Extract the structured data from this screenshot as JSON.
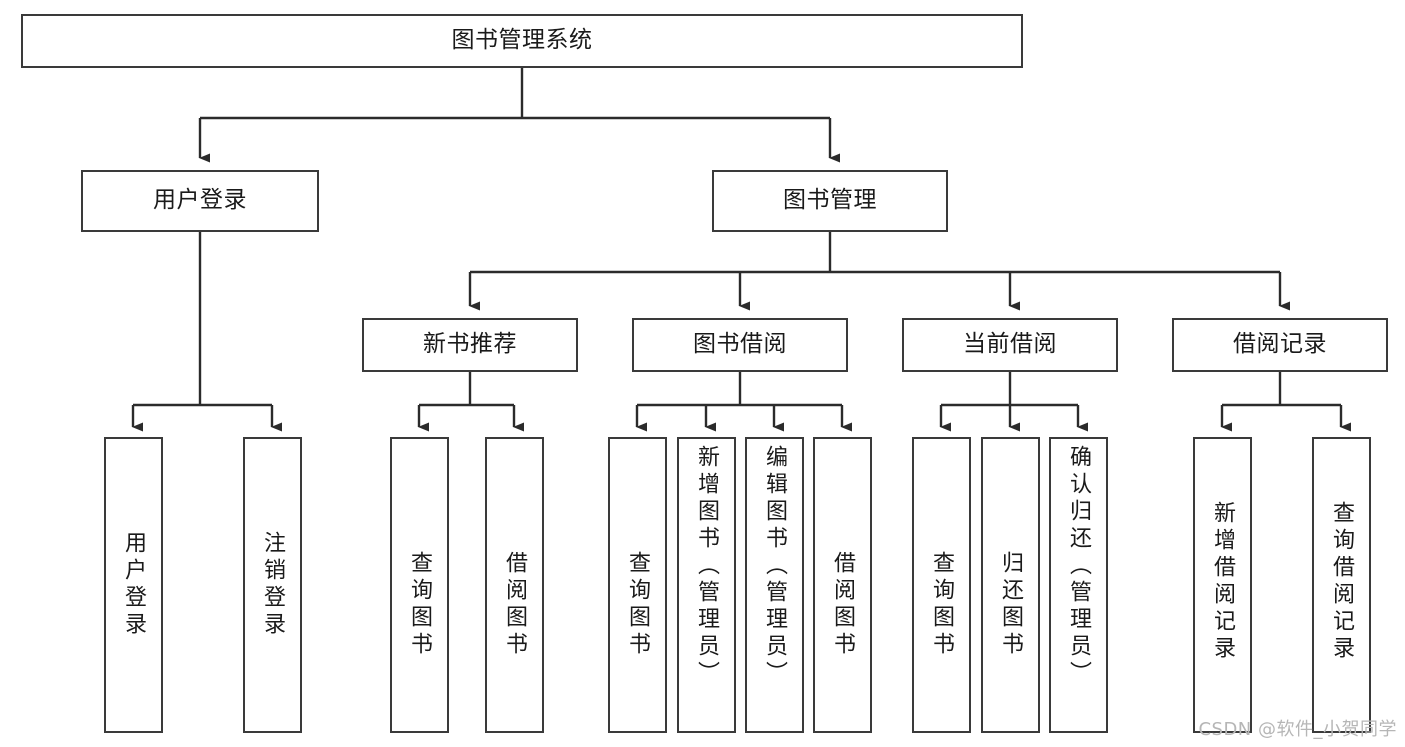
{
  "diagram": {
    "type": "tree-hierarchy",
    "title": "图书管理系统",
    "orientation": "top-down",
    "colors": {
      "box_border": "#3a3a3a",
      "box_fill": "#ffffff",
      "connector": "#2b2b2b",
      "text": "#1a1a1a",
      "watermark": "#b6b6b6"
    },
    "root": {
      "label": "图书管理系统"
    },
    "level1": [
      {
        "label": "用户登录"
      },
      {
        "label": "图书管理"
      }
    ],
    "level2": [
      {
        "label": "新书推荐"
      },
      {
        "label": "图书借阅"
      },
      {
        "label": "当前借阅"
      },
      {
        "label": "借阅记录"
      }
    ],
    "leaves": {
      "user_login": [
        {
          "label": "用户登录"
        },
        {
          "label": "注销登录"
        }
      ],
      "new_book_recommend": [
        {
          "label": "查询图书"
        },
        {
          "label": "借阅图书"
        }
      ],
      "book_borrow": [
        {
          "label": "查询图书"
        },
        {
          "label": "新增图书（管理员）"
        },
        {
          "label": "编辑图书（管理员）"
        },
        {
          "label": "借阅图书"
        }
      ],
      "current_borrow": [
        {
          "label": "查询图书"
        },
        {
          "label": "归还图书"
        },
        {
          "label": "确认归还（管理员）"
        }
      ],
      "borrow_record": [
        {
          "label": "新增借阅记录"
        },
        {
          "label": "查询借阅记录"
        }
      ]
    }
  },
  "watermark": {
    "text": "CSDN @软件_小贺同学"
  }
}
